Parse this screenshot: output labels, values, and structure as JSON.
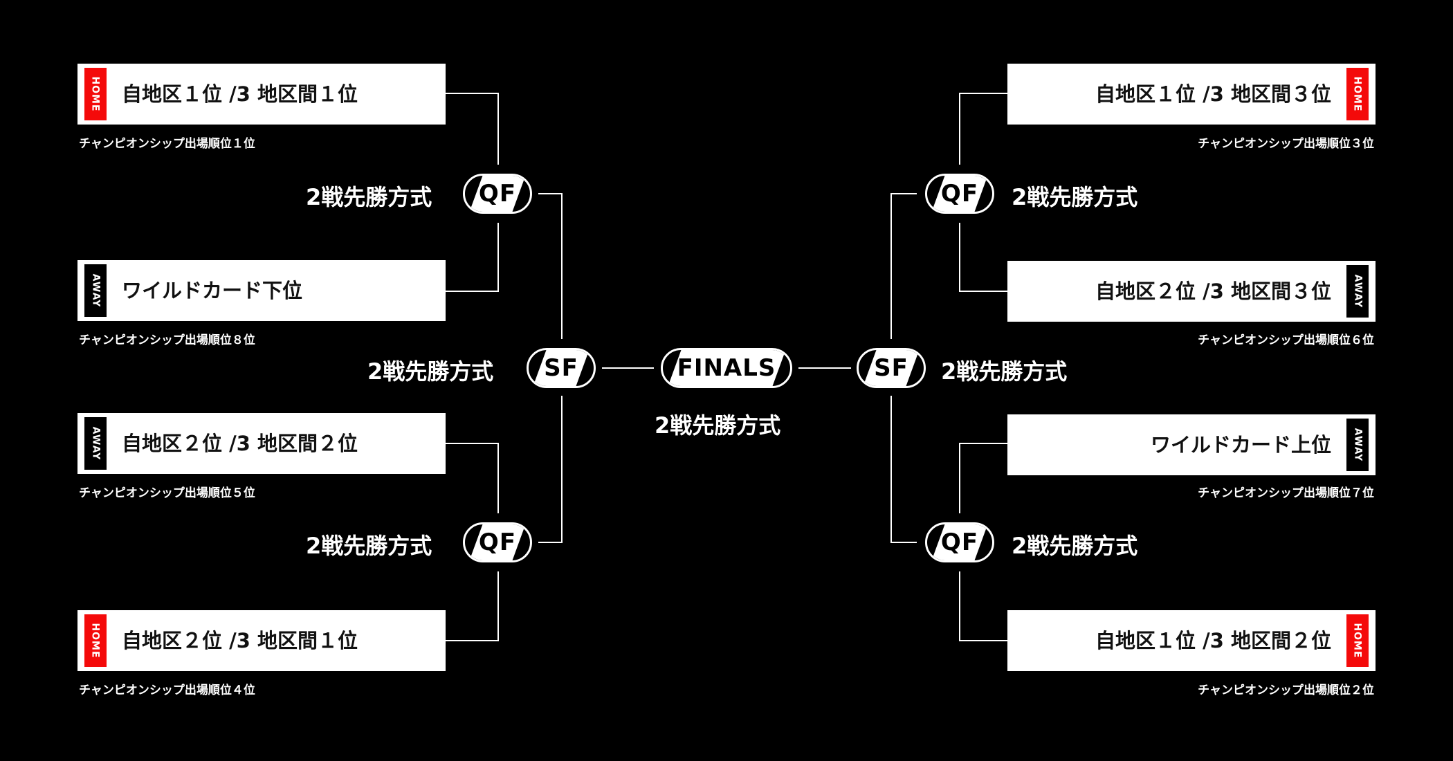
{
  "format_text": "2戦先勝方式",
  "round_labels": {
    "qf": "QF",
    "sf": "SF",
    "final": "FINALS"
  },
  "badges": {
    "home": "HOME",
    "away": "AWAY"
  },
  "colors": {
    "background": "#000000",
    "home_badge": "#f40a0a",
    "away_badge": "#000000",
    "box": "#ffffff",
    "line": "#ffffff"
  },
  "left": {
    "teams": [
      {
        "badge": "HOME",
        "name": "自地区１位 /3 地区間１位",
        "note": "チャンピオンシップ出場順位１位"
      },
      {
        "badge": "AWAY",
        "name": "ワイルドカード下位",
        "note": "チャンピオンシップ出場順位８位"
      },
      {
        "badge": "AWAY",
        "name": "自地区２位 /3 地区間２位",
        "note": "チャンピオンシップ出場順位５位"
      },
      {
        "badge": "HOME",
        "name": "自地区２位 /3 地区間１位",
        "note": "チャンピオンシップ出場順位４位"
      }
    ]
  },
  "right": {
    "teams": [
      {
        "badge": "HOME",
        "name": "自地区１位 /3 地区間３位",
        "note": "チャンピオンシップ出場順位３位"
      },
      {
        "badge": "AWAY",
        "name": "自地区２位 /3 地区間３位",
        "note": "チャンピオンシップ出場順位６位"
      },
      {
        "badge": "AWAY",
        "name": "ワイルドカード上位",
        "note": "チャンピオンシップ出場順位７位"
      },
      {
        "badge": "HOME",
        "name": "自地区１位 /3 地区間２位",
        "note": "チャンピオンシップ出場順位２位"
      }
    ]
  }
}
